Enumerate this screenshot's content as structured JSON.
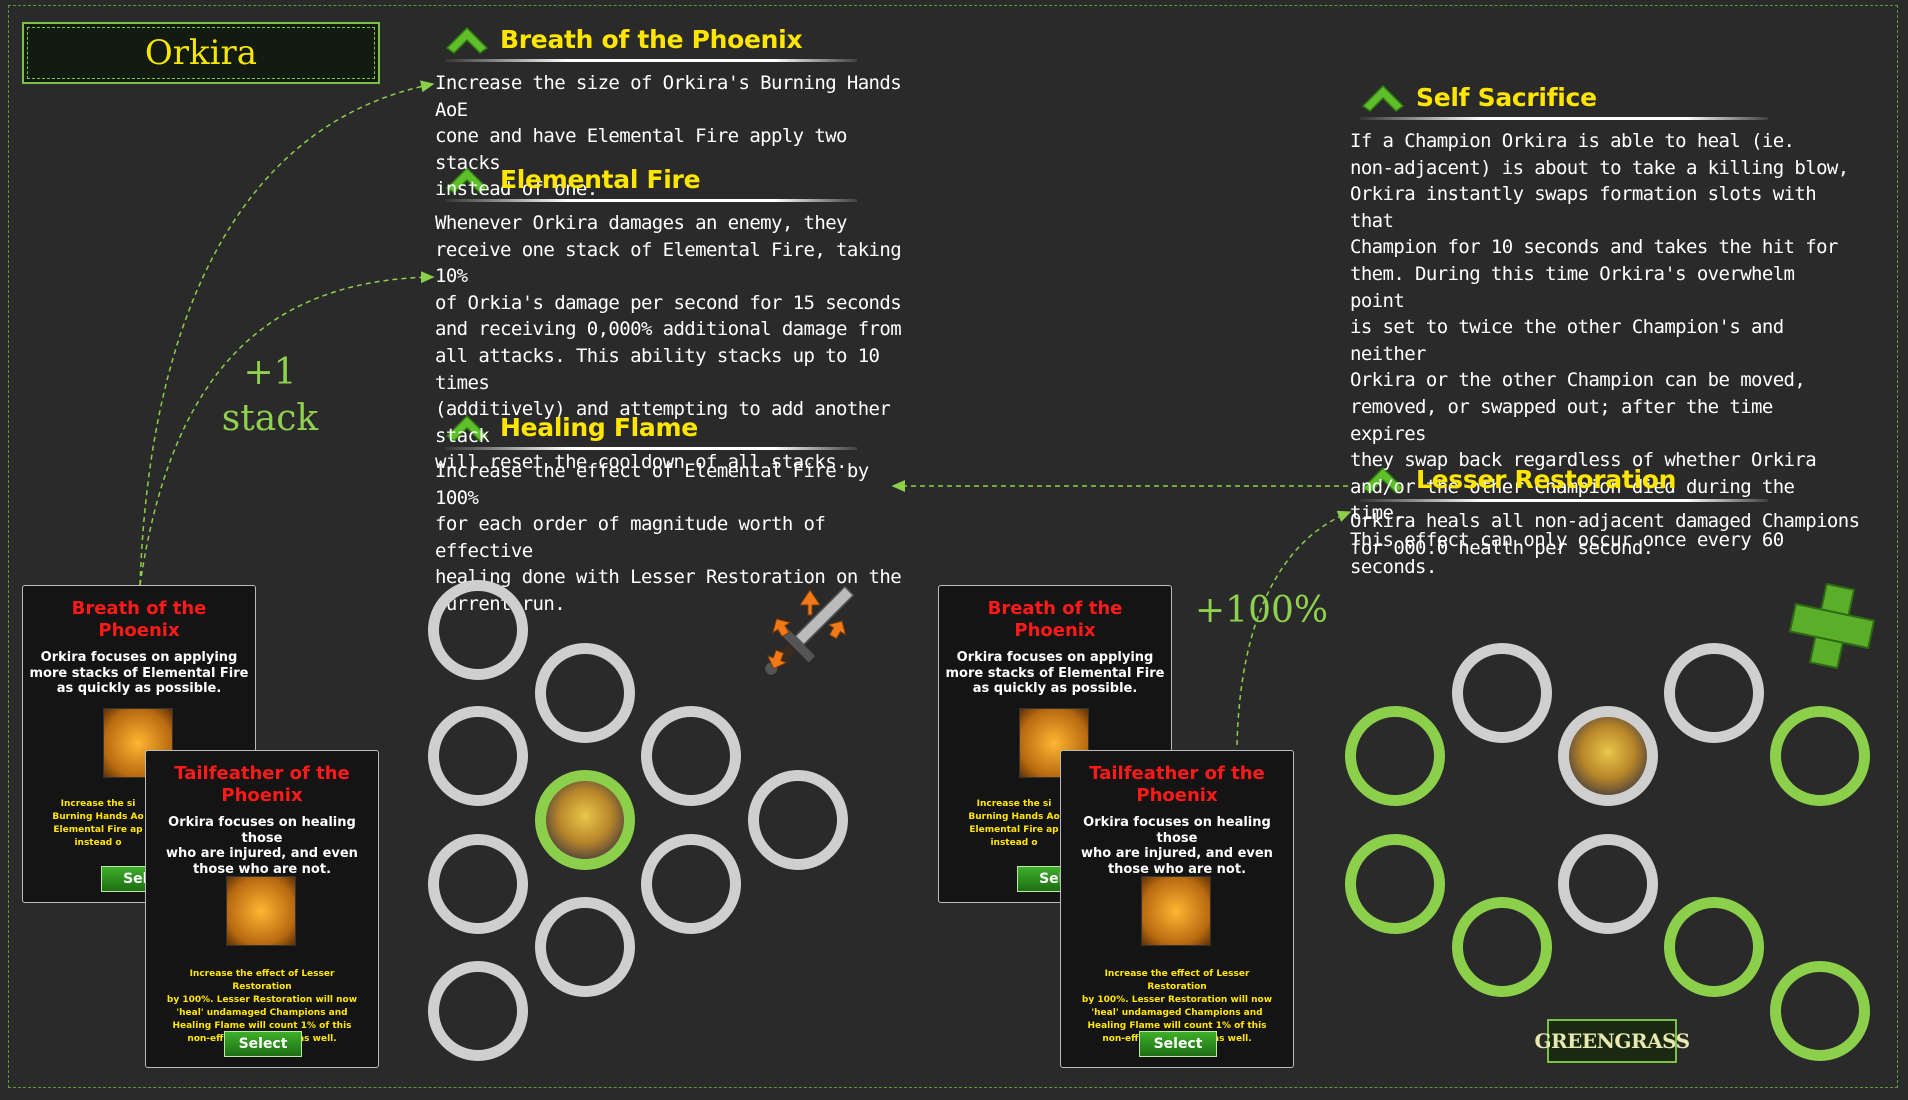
{
  "title": "Orkira",
  "abilities_left": [
    {
      "name": "Breath of the Phoenix",
      "text": "Increase the size of Orkira's Burning Hands AoE\ncone and have Elemental Fire apply two stacks\ninstead of one."
    },
    {
      "name": "Elemental Fire",
      "text": "Whenever Orkira damages an enemy, they\nreceive one stack of Elemental Fire, taking 10%\nof Orkia's damage per second for 15 seconds\nand receiving 0,000% additional damage from\nall attacks. This ability stacks up to 10 times\n(additively) and attempting to add another stack\nwill reset the cooldown of all stacks."
    },
    {
      "name": "Healing Flame",
      "text": "Increase the effect of Elemental Fire by 100%\nfor each order of magnitude worth of effective\nhealing done with Lesser Restoration on the\ncurrent run."
    }
  ],
  "abilities_right": [
    {
      "name": "Self Sacrifice",
      "text": "If a Champion Orkira is able to heal (ie.\nnon-adjacent) is about to take a killing blow,\nOrkira instantly swaps formation slots with that\nChampion for 10 seconds and takes the hit for\nthem. During this time Orkira's overwhelm point\nis set to twice the other Champion's and neither\nOrkira or the other Champion can be moved,\nremoved, or swapped out; after the time expires\nthey swap back regardless of whether Orkira\nand/or the other Champion died during the time.\nThis effect can only occur once every 60\nseconds."
    },
    {
      "name": "Lesser Restoration",
      "text": "Orkira heals all non-adjacent damaged Champions\nfor 000.0 health per second."
    }
  ],
  "notes": {
    "stack": "+1\nstack",
    "percent": "+100%"
  },
  "cards": {
    "breath": {
      "name": "Breath of the\nPhoenix",
      "desc": "Orkira focuses on applying\nmore stacks of Elemental Fire\nas quickly as possible.",
      "small": "Increase the si\nBurning Hands Ao\nElemental Fire ap\ninstead o",
      "select": "Sele"
    },
    "tail": {
      "name": "Tailfeather of the\nPhoenix",
      "desc": "Orkira focuses on healing those\nwho are injured, and even\nthose who are not.",
      "small": "Increase the effect of Lesser Restoration\nby 100%. Lesser Restoration will now\n'heal' undamaged Champions and\nHealing Flame will count 1% of this\nnon-effective healing as well.",
      "select": "Select"
    }
  },
  "logo": "GREENGRASS",
  "colors": {
    "accent": "#7bc142",
    "heading": "#ffe600",
    "card_title": "#ff1a1a",
    "ring_grey": "#cfcfcf",
    "ring_green": "#8ccf4b"
  }
}
